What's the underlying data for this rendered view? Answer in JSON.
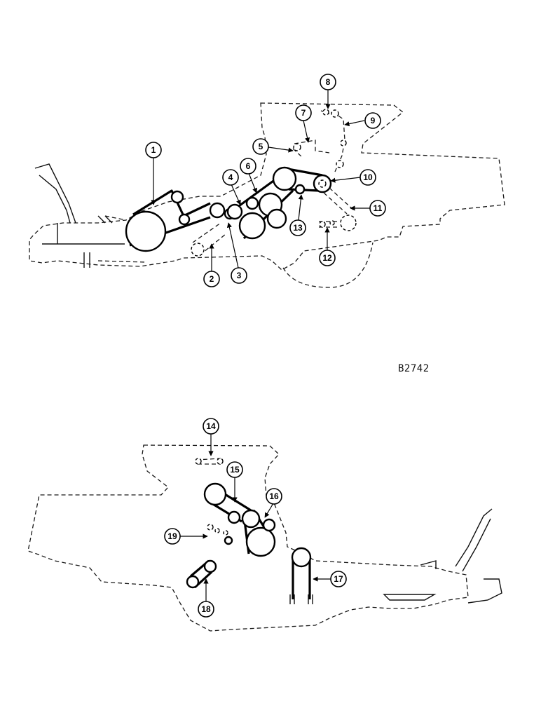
{
  "drawing_id": "B2742",
  "callouts": [
    "1",
    "2",
    "3",
    "4",
    "5",
    "6",
    "7",
    "8",
    "9",
    "10",
    "11",
    "12",
    "13",
    "14",
    "15",
    "16",
    "17",
    "18",
    "19"
  ],
  "colors": {
    "line": "#000000",
    "background": "#ffffff"
  }
}
